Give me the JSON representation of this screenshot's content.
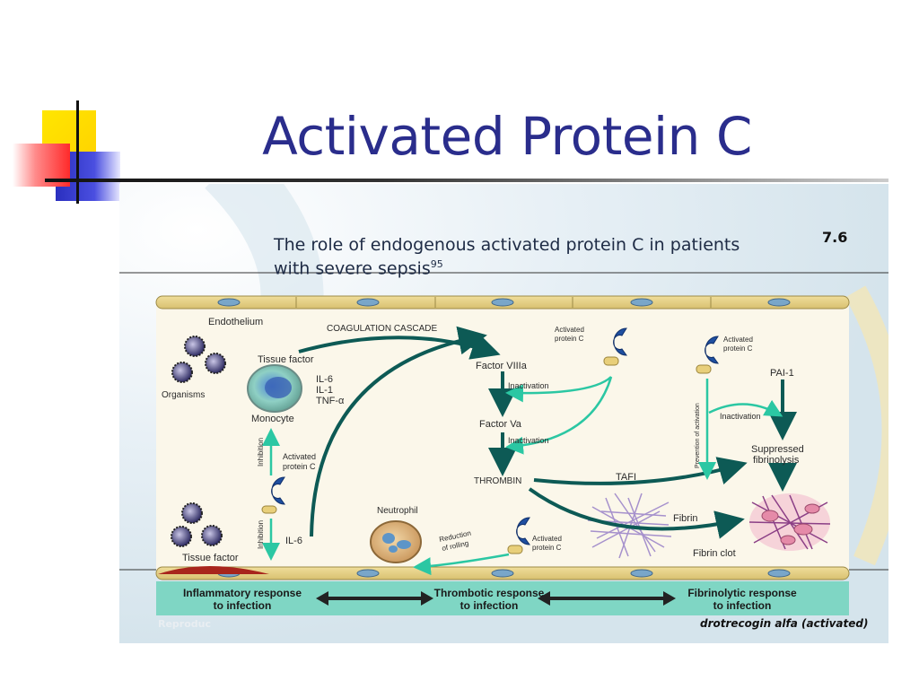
{
  "slide": {
    "title": "Activated Protein C"
  },
  "figure": {
    "title_line1": "The role of endogenous activated protein C in patients",
    "title_line2": "with severe sepsis",
    "title_ref": "95",
    "number": "7.6",
    "labels": {
      "endothelium": "Endothelium",
      "coagulation_cascade": "COAGULATION CASCADE",
      "tissue_factor_top": "Tissue factor",
      "organisms": "Organisms",
      "il6": "IL-6",
      "il1": "IL-1",
      "tnfa": "TNF-α",
      "monocyte": "Monocyte",
      "inhibition_top": "Inhibition",
      "inhibition_bottom": "Inhibition",
      "apc_left_1": "Activated",
      "apc_left_2": "protein C",
      "il6_bottom": "IL-6",
      "tissue_factor_bottom": "Tissue factor",
      "factor_viiia": "Factor VIIIa",
      "inactivation_1": "Inactivation",
      "factor_va": "Factor Va",
      "inactivation_2": "Inactivation",
      "thrombin": "THROMBIN",
      "apc_mid_1": "Activated",
      "apc_mid_2": "protein C",
      "neutrophil": "Neutrophil",
      "reduction_1": "Reduction",
      "reduction_2": "of rolling",
      "apc_bottom_1": "Activated",
      "apc_bottom_2": "protein C",
      "apc_right_1": "Activated",
      "apc_right_2": "protein C",
      "pai1": "PAI-1",
      "prevention": "Prevention of activation",
      "inactivation_3": "Inactivation",
      "suppressed_1": "Suppressed",
      "suppressed_2": "fibrinolysis",
      "tafi": "TAFI",
      "fibrin": "Fibrin",
      "fibrin_clot": "Fibrin clot"
    },
    "footer": {
      "inflammatory_1": "Inflammatory response",
      "inflammatory_2": "to infection",
      "thrombotic_1": "Thrombotic response",
      "thrombotic_2": "to infection",
      "fibrinolytic_1": "Fibrinolytic response",
      "fibrinolytic_2": "to infection",
      "reproduced": "Reproduc",
      "brand": "drotrecogin alfa (activated)"
    },
    "colors": {
      "arrow_dark": "#0d5a55",
      "arrow_light": "#2bc7a3",
      "band": "#7fd6c4",
      "title_blue": "#2a2d8c"
    }
  }
}
